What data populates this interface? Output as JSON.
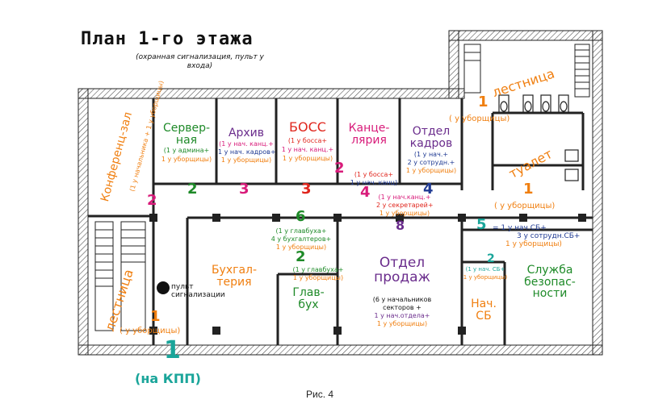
{
  "title": "План 1-го этажа",
  "subtitle": "(охранная сигнализация, пульт у входа)",
  "caption": "Рис. 4",
  "colors": {
    "wall": "#222222",
    "hatch": "#555555",
    "orange": "#f07f10",
    "green": "#1e8a28",
    "magenta": "#d81b7a",
    "red": "#e0251c",
    "purple": "#6a2c8c",
    "navy": "#1f3a93",
    "teal": "#1aa59a"
  },
  "rooms": {
    "conference": {
      "name": "Конференц-зал",
      "note": "(1 у начальника + 1 у уборщицы)"
    },
    "server": {
      "name": "Сервер-\nная",
      "note_a": "(1 у админа+",
      "note_b": "1 у уборщицы)",
      "number": "2"
    },
    "archive": {
      "name": "Архив",
      "note_a": "(1 у нач. канц.+",
      "note_b": "1 у нач. кадров+",
      "note_c": "1 у уборщицы)",
      "number": "3"
    },
    "boss": {
      "name": "БОСС",
      "note_a": "(1 у босса+",
      "note_b": "1 у нач. канц.+",
      "note_c": "1 у уборщицы)",
      "number": "3"
    },
    "chancellery": {
      "name": "Канце-\nлярия",
      "number_a": "2",
      "note_a": "(1 у босса+",
      "note_b": "1 у нач. канц)",
      "number_b": "4",
      "note_c": "(1 у нач.канц.+",
      "note_d": "2 у секретарей+",
      "note_e": "1 у уборщицы)"
    },
    "hr": {
      "name": "Отдел\nкадров",
      "note_a": "(1 у нач.+",
      "note_b": "2 у сотрудн.+",
      "note_c": "1 у уборщицы)",
      "number": "4"
    },
    "stairs_top": {
      "name": "лестница",
      "number": "1",
      "note": "( у уборщицы)"
    },
    "toilet": {
      "name": "туалет",
      "number": "1",
      "note": "( у уборщицы)"
    },
    "corridor": {
      "number_a": "6",
      "note_a": "(1 у главбуха+",
      "note_b": "4 у бухгалтеров+",
      "note_c": "1 у уборщицы)",
      "number_b": "8"
    },
    "conf_door": {
      "number": "2"
    },
    "accounting": {
      "name": "Бухгал-\nтерия"
    },
    "chief_accountant": {
      "name": "Глав-\nбух",
      "number": "2",
      "note_a": "(1 у главбуха+",
      "note_b": "1 у уборщицы)"
    },
    "sales": {
      "name": "Отдел\nпродаж",
      "note_a": "(6 у начальников",
      "note_b": "секторов +",
      "note_c": "1 у нач.отдела+",
      "note_d": "1 у уборщицы)"
    },
    "security_head": {
      "name": "Нач.\nСБ",
      "number": "2",
      "note_a": "(1 у нач. СБ+",
      "note_b": "1 у уборщицы)"
    },
    "security": {
      "name": "Служба\nбезопас-\nности",
      "number": "5",
      "note_a": "= 1 у нач.СБ+",
      "note_b": "3 у сотрудн.СБ+",
      "note_c": "1 у уборщицы)"
    },
    "stairs_left": {
      "name": "лестница",
      "number": "1",
      "note": "( у уборщицы)"
    },
    "alarm": {
      "label": "пульт\nсигнализации"
    },
    "entrance": {
      "number": "1",
      "label": "(на КПП)"
    }
  }
}
